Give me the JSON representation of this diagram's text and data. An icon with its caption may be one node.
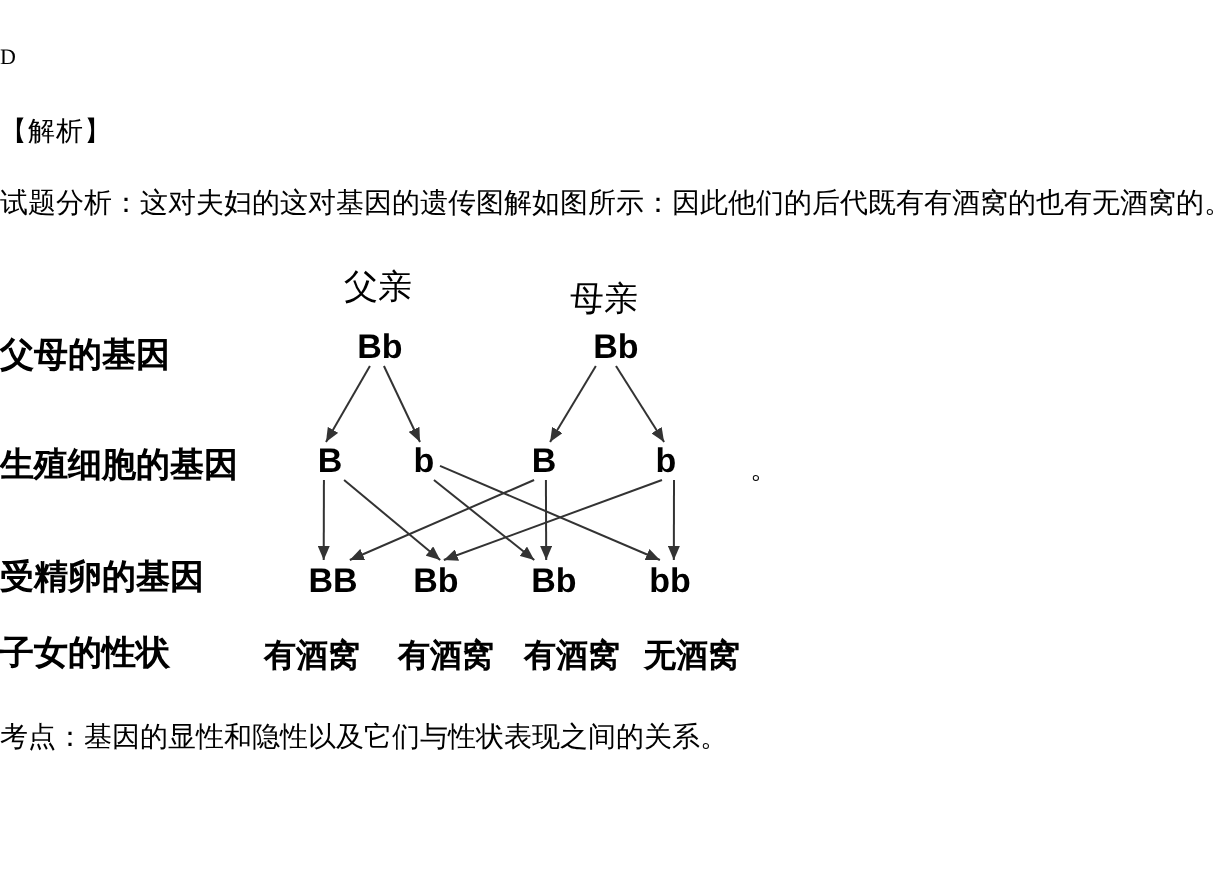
{
  "diagram": {
    "nodes": [
      {
        "text": [
          "Bb"
        ],
        "beside": [
          "父亲"
        ]
      },
      {
        "text": [
          "Bb"
        ],
        "beside": [
          "母亲"
        ]
      },
      {
        "text": [
          "B"
        ]
      },
      {
        "text": [
          "b"
        ]
      },
      {
        "text": [
          "B"
        ]
      },
      {
        "text": [
          "b"
        ]
      },
      {
        "text": [
          "BB"
        ]
      },
      {
        "text": [
          "Bb"
        ]
      },
      {
        "text": [
          "Bb"
        ]
      },
      {
        "text": [
          "bb"
        ]
      }
    ],
    "edges": [
      {
        "from": 0,
        "to": 2,
        "arrow": "to"
      },
      {
        "from": 0,
        "to": 3,
        "arrow": "to"
      },
      {
        "from": 1,
        "to": 4,
        "arrow": "to"
      },
      {
        "from": 1,
        "to": 5,
        "arrow": "to"
      },
      {
        "from": 2,
        "to": 6,
        "arrow": "to"
      },
      {
        "from": 2,
        "to": 7,
        "arrow": "to"
      },
      {
        "from": 3,
        "to": 8,
        "arrow": "to"
      },
      {
        "from": 3,
        "to": 9,
        "arrow": "to"
      },
      {
        "from": 4,
        "to": 6,
        "arrow": "to"
      },
      {
        "from": 4,
        "to": 8,
        "arrow": "to"
      },
      {
        "from": 5,
        "to": 7,
        "arrow": "to"
      },
      {
        "from": 5,
        "to": 9,
        "arrow": "to"
      }
    ],
    "labels": [
      "D",
      "【解析】",
      "试题分析：这对夫妇的这对基因的遗传图解如图所示：因此他们的后代既有有酒窝的也有无酒窝的。",
      "父母的基因",
      "生殖细胞的基因",
      "。",
      "受精卵的基因",
      "子女的性状",
      "有酒窝",
      "有酒窝",
      "有酒窝",
      "无酒窝",
      "考点：基因的显性和隐性以及它们与性状表现之间的关系。"
    ]
  }
}
